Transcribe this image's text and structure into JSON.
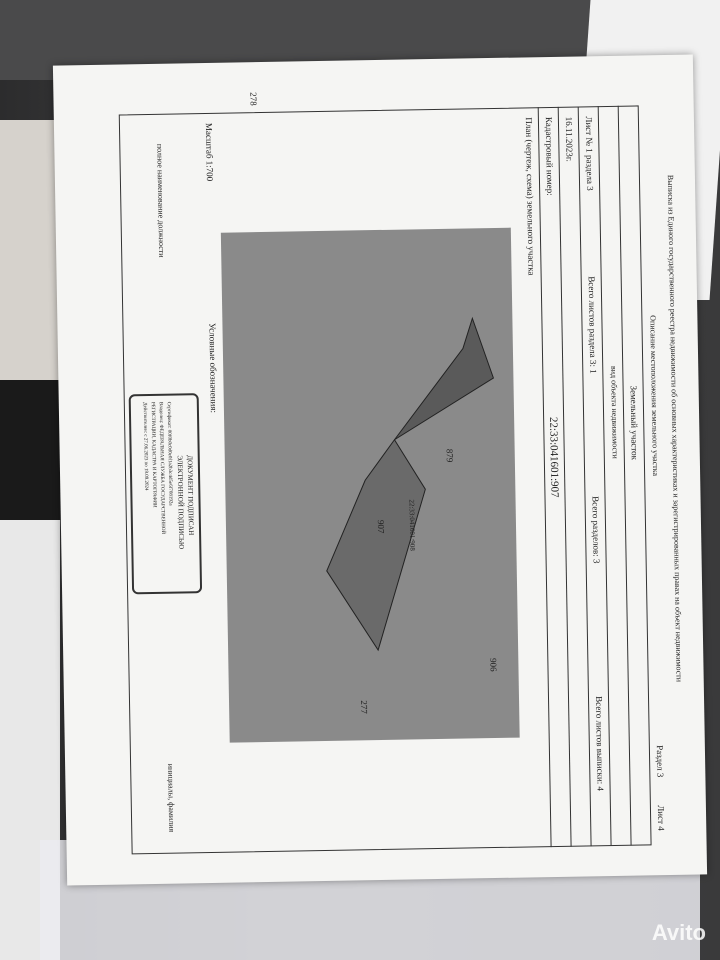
{
  "header": {
    "title": "Выписка из Единого государственного реестра недвижимости об основных характеристиках и зарегистрированных правах на объект недвижимости",
    "section": "Раздел 3",
    "sheet": "Лист 4",
    "subtitle": "Описание местоположения земельного участка"
  },
  "object": {
    "type": "Земельный участок",
    "type_caption": "вид объекта недвижимости"
  },
  "counts": {
    "sheet_no": "Лист № 1 раздела 3",
    "sheets_section": "Всего листов раздела 3: 1",
    "sections": "Всего разделов: 3",
    "sheets_extract": "Всего листов выписки: 4"
  },
  "date": "16.11.2023г.",
  "cadastral": {
    "label": "Кадастровый номер:",
    "value": "22:33:041601:907"
  },
  "plan": {
    "title": "План (чертеж, схема) земельного участка",
    "labels": {
      "l278": "278",
      "l879": "879",
      "l907": "907",
      "l906": "906",
      "l277": "277",
      "l905": "22:33:041601:908"
    }
  },
  "footer": {
    "scale": "Масштаб 1:700",
    "legend": "Условные обозначения:",
    "position_caption": "полное наименование должности",
    "sign_caption": "инициалы, фамилия",
    "stamp": {
      "line1": "ДОКУМЕНТ ПОДПИСАН",
      "line2": "ЭЛЕКТРОННОЙ ПОДПИСЬЮ",
      "line3": "Сертификат: 00f0b0c0d0e0f1a2b3c4d5e6f708192a",
      "line4": "Владелец: ФЕДЕРАЛЬНАЯ СЛУЖБА ГОСУДАРСТВЕННОЙ",
      "line5": "РЕГИСТРАЦИИ, КАДАСТРА И КАРТОГРАФИИ",
      "line6": "Действителен: с 27.06.2023 по 19.09.2024"
    }
  },
  "watermark": "Avito"
}
